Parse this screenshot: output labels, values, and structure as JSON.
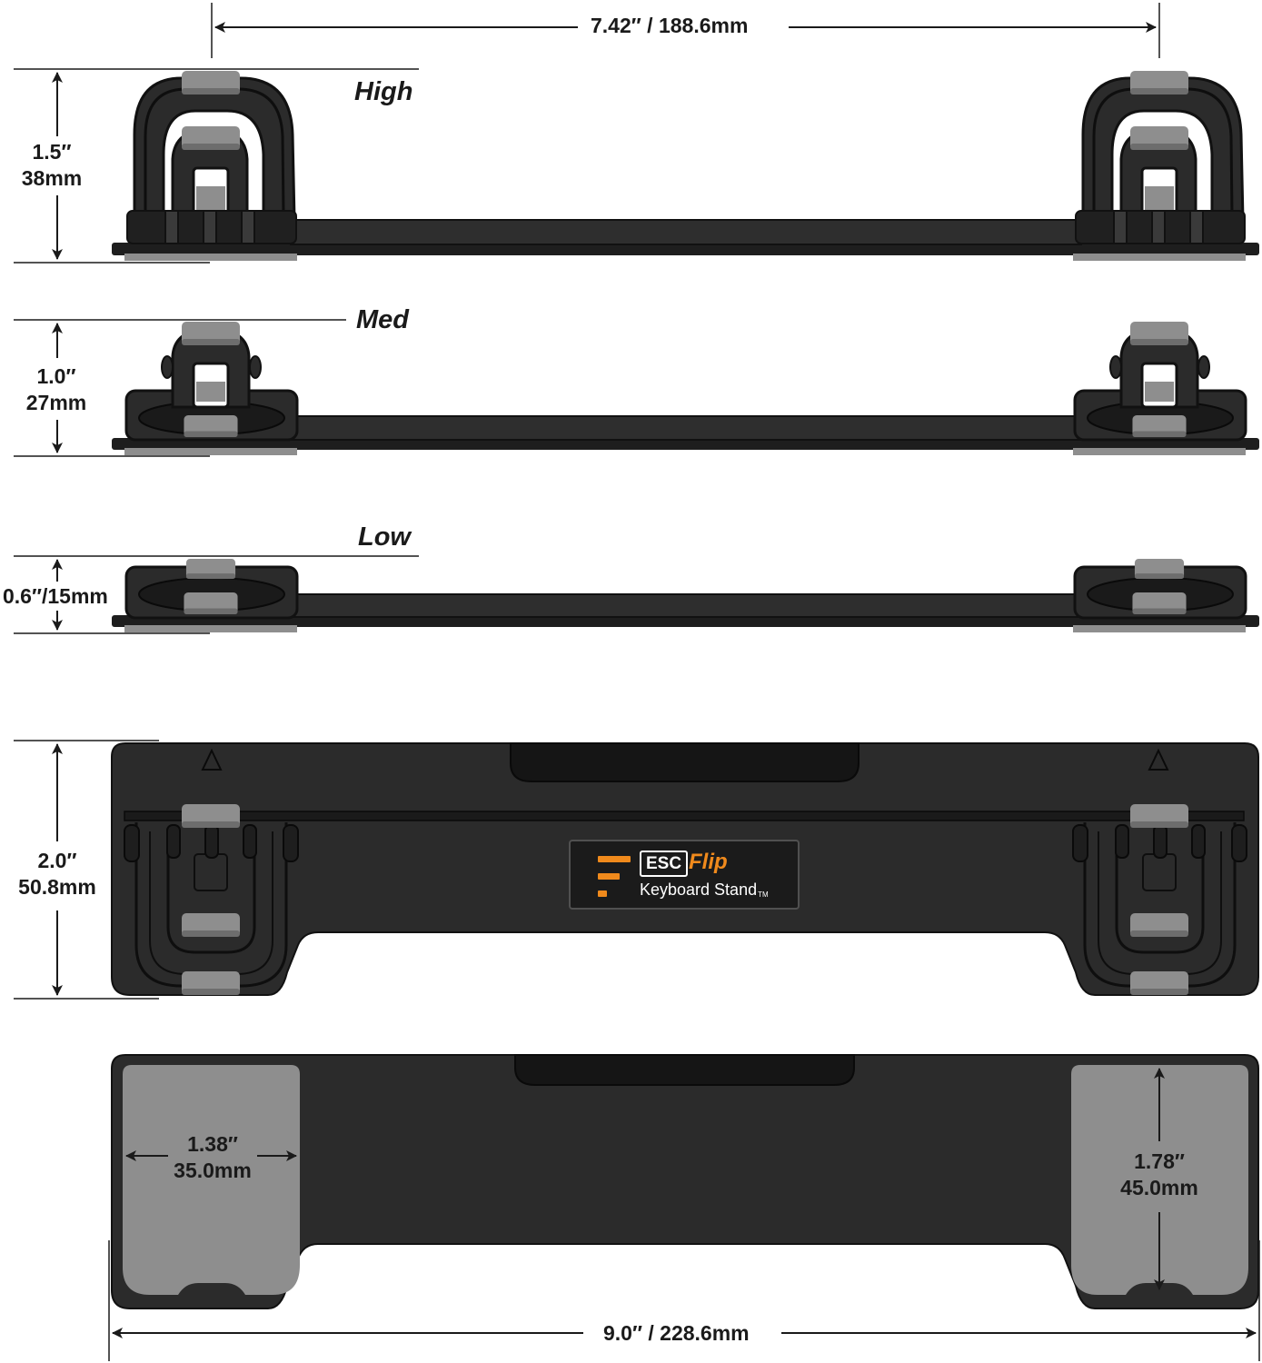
{
  "levels": {
    "high": "High",
    "med": "Med",
    "low": "Low"
  },
  "dimensions": {
    "width_top": "7.42″ / 188.6mm",
    "high_height": [
      "1.5″",
      "38mm"
    ],
    "med_height": [
      "1.0″",
      "27mm"
    ],
    "low_height": "0.6″/15mm",
    "depth": [
      "2.0″",
      "50.8mm"
    ],
    "pad_width": [
      "1.38″",
      "35.0mm"
    ],
    "pad_depth": [
      "1.78″",
      "45.0mm"
    ],
    "width_bottom": "9.0″ / 228.6mm"
  },
  "badge": {
    "esc": "ESC",
    "flip": "Flip",
    "product": "Keyboard Stand",
    "tm": "TM"
  },
  "colors": {
    "body": "#2b2b2b",
    "body_dark": "#141414",
    "grip": "#8e8e8e",
    "accent": "#f08a1c",
    "line": "#1a1a1a"
  }
}
